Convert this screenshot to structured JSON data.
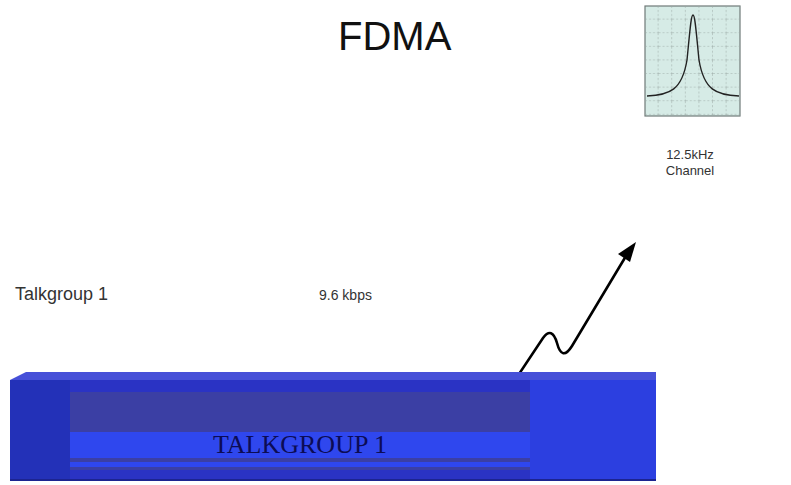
{
  "diagram": {
    "title": "FDMA",
    "nodes": [
      {
        "text": [
          "TALKGROUP 1"
        ]
      }
    ],
    "labels": [
      "Talkgroup 1",
      "9.6 kbps",
      "12.5kHz Channel"
    ]
  }
}
